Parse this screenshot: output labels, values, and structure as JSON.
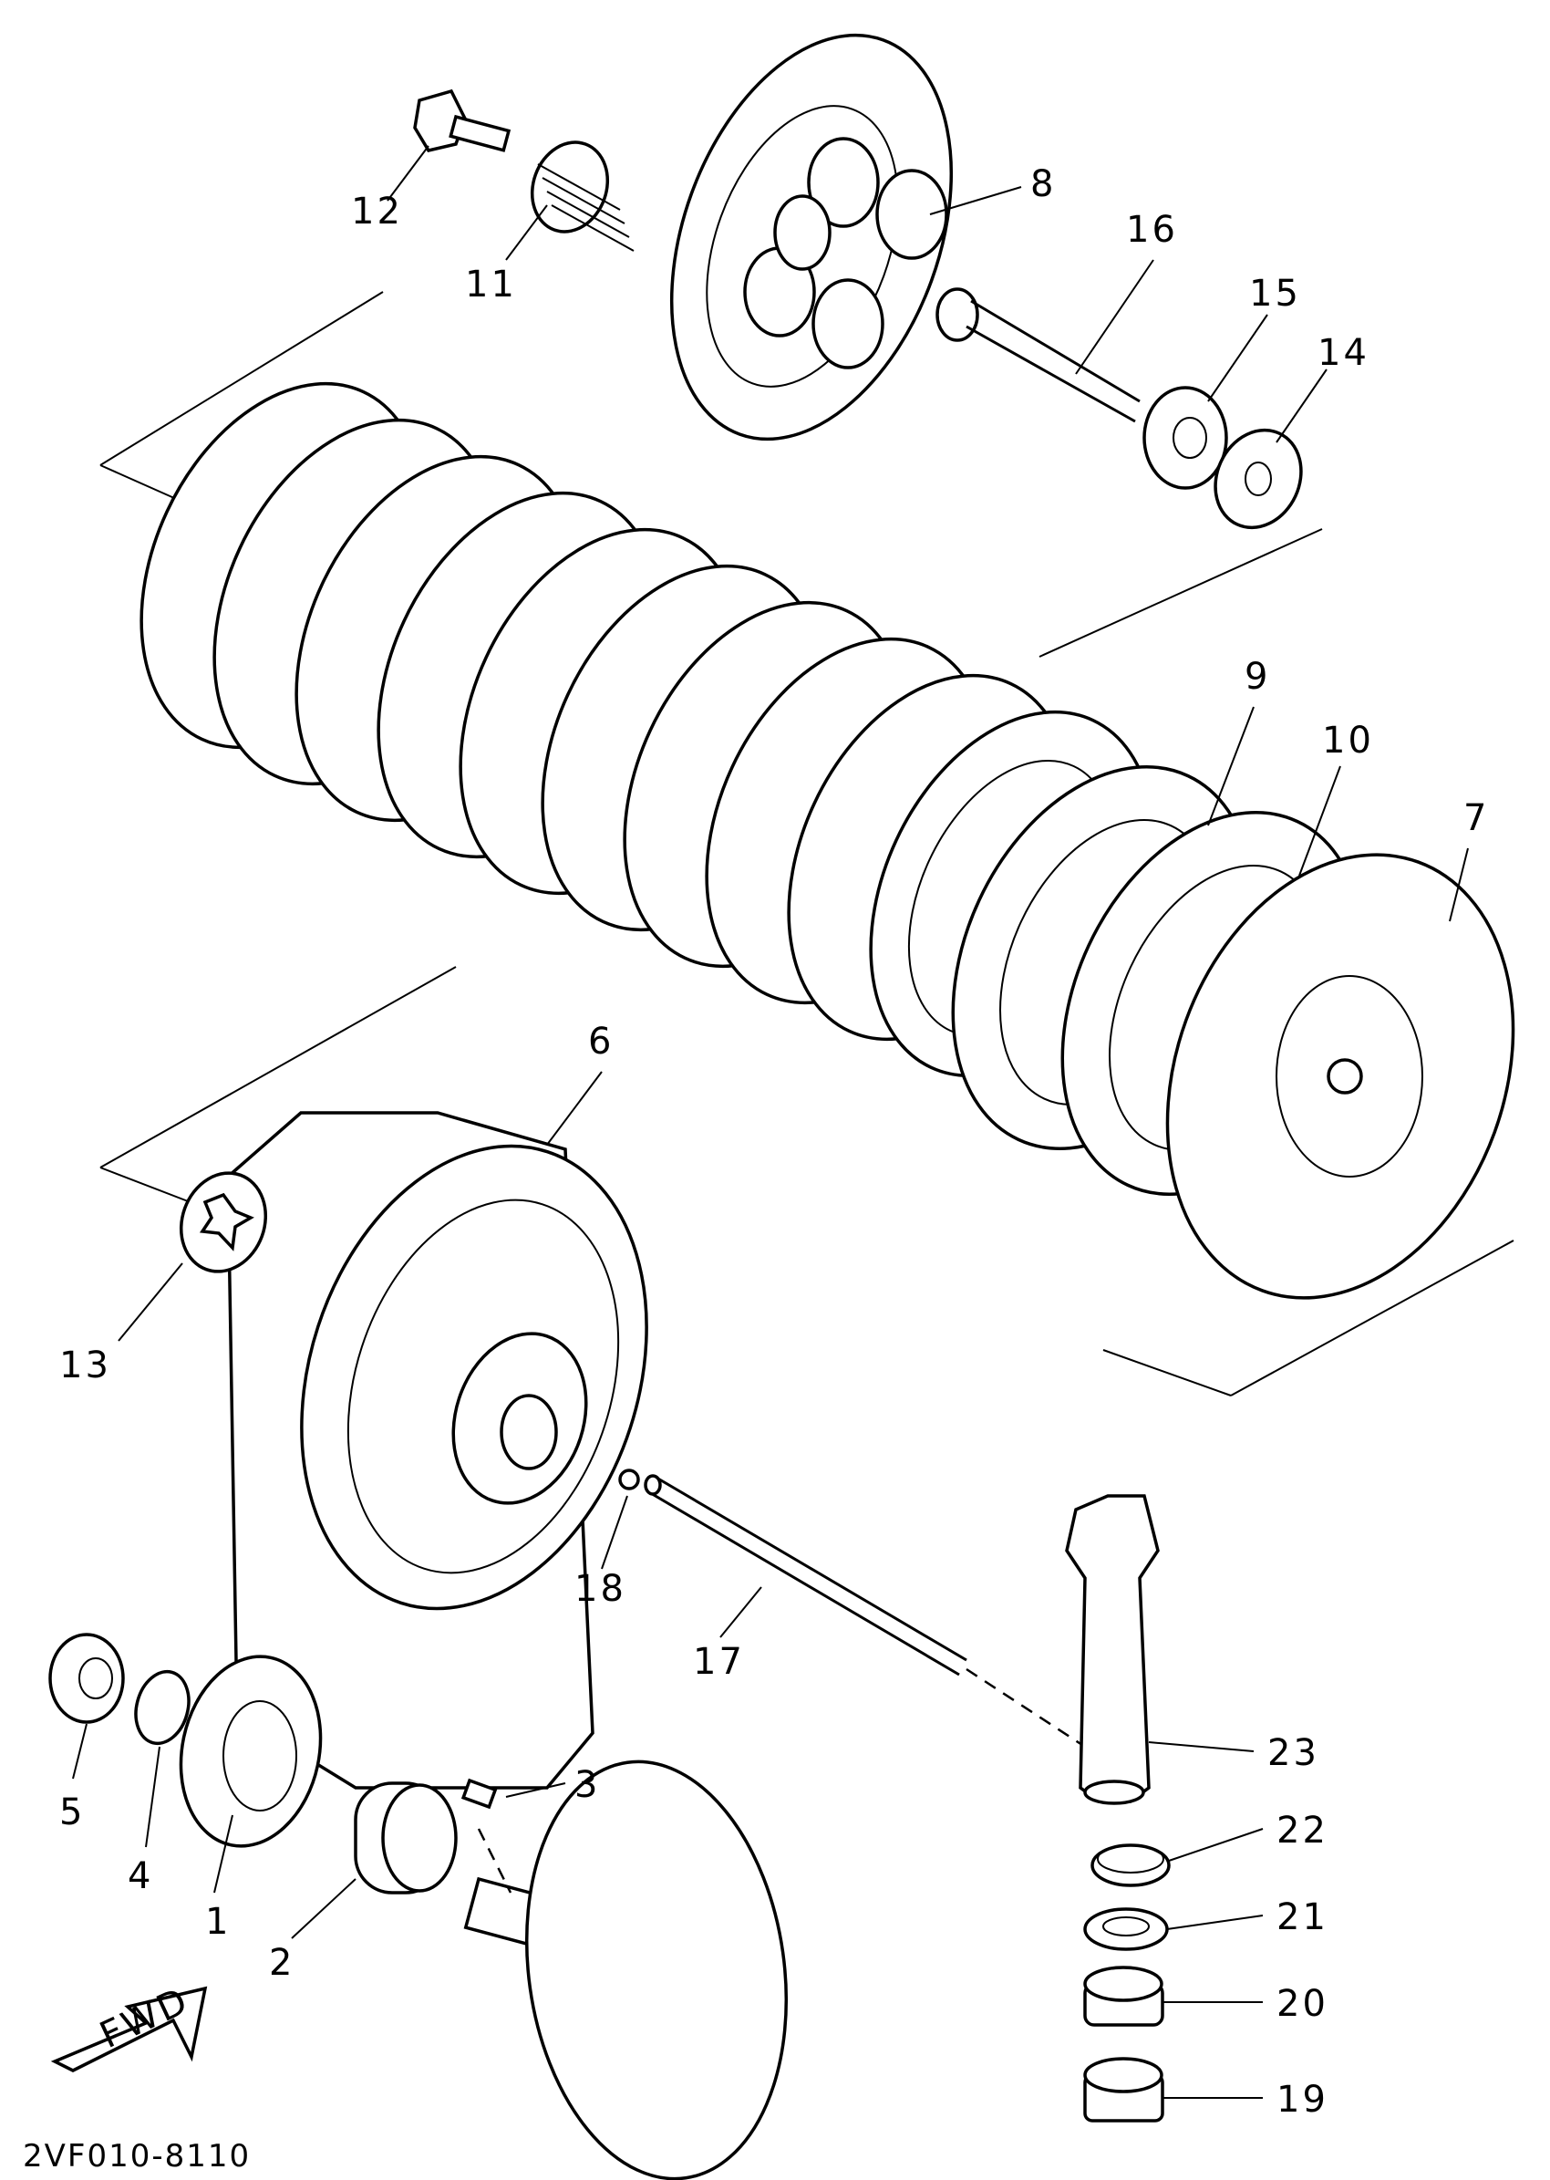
{
  "diagram": {
    "part_code": "2VF010-8110",
    "fwd_label": "FWD",
    "callouts": [
      "1",
      "2",
      "3",
      "4",
      "5",
      "6",
      "7",
      "8",
      "9",
      "10",
      "11",
      "12",
      "13",
      "14",
      "15",
      "16",
      "17",
      "18",
      "19",
      "20",
      "21",
      "22",
      "23"
    ]
  }
}
